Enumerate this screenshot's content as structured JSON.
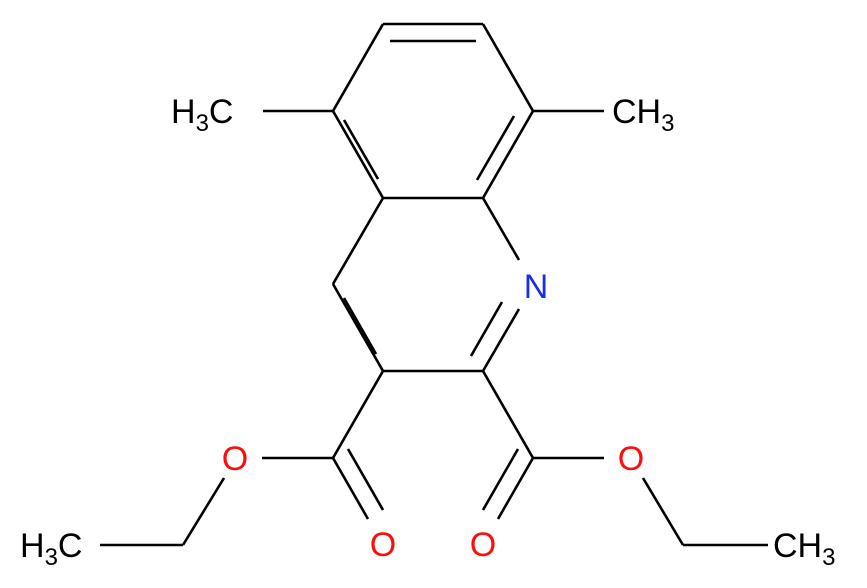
{
  "colors": {
    "bond": "#000000",
    "carbon_label": "#000000",
    "oxygen": "#ff0d0d",
    "nitrogen": "#1a2ee6",
    "background": "#ffffff"
  },
  "atoms": {
    "n1": {
      "text": "N"
    },
    "o_carbonyl_left": {
      "text": "O"
    },
    "o_ester_left": {
      "text": "O"
    },
    "o_carbonyl_right": {
      "text": "O"
    },
    "o_ester_right": {
      "text": "O"
    },
    "methyl_c5": {
      "prefix": "H",
      "sub": "3",
      "suffix": "C"
    },
    "methyl_c8": {
      "prefix": "CH",
      "sub": "3",
      "suffix": ""
    },
    "ethyl_left_ch3": {
      "prefix": "H",
      "sub": "3",
      "suffix": "C"
    },
    "ethyl_right_ch3": {
      "prefix": "CH",
      "sub": "3",
      "suffix": ""
    }
  }
}
